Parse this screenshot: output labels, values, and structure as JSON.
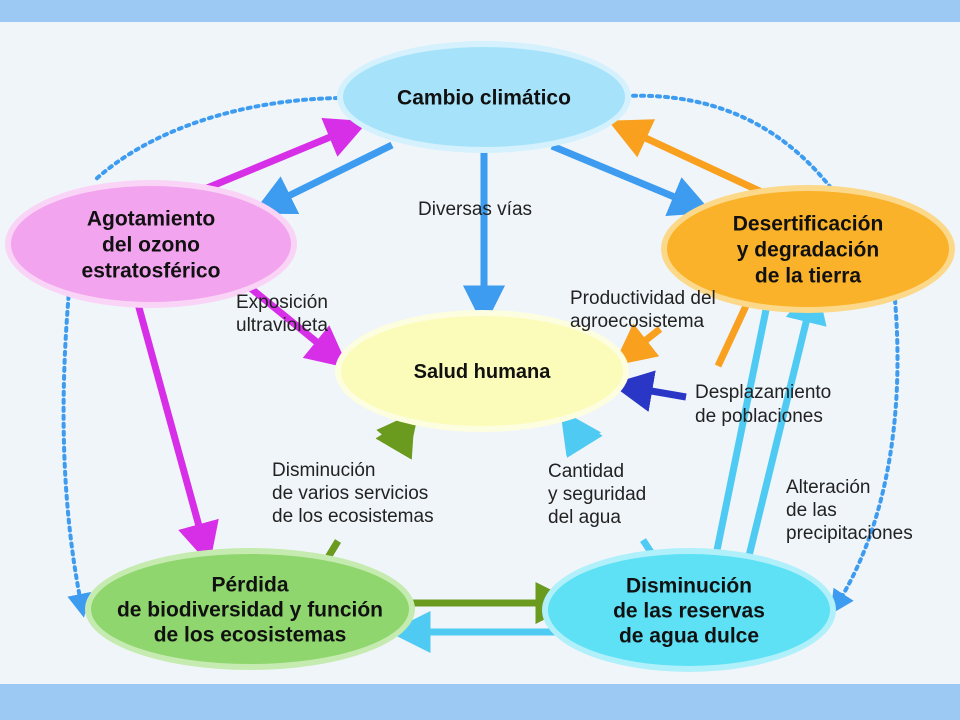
{
  "diagram": {
    "nodes": {
      "cambio": {
        "lines": [
          "Cambio climático"
        ],
        "fill": "#a6e3fb",
        "glow": "#d4f1fd"
      },
      "ozono": {
        "lines": [
          "Agotamiento",
          "del ozono",
          "estratosférico"
        ],
        "fill": "#f2a4ee",
        "glow": "#f9d4f6"
      },
      "desertificacion": {
        "lines": [
          "Desertificación",
          "y degradación",
          "de la tierra"
        ],
        "fill": "#f9b229",
        "glow": "#fcd98a"
      },
      "salud": {
        "lines": [
          "Salud humana"
        ],
        "fill": "#fbfcba",
        "glow": "#fdfde0"
      },
      "biodiversidad": {
        "lines": [
          "Pérdida",
          "de biodiversidad y función",
          "de los ecosistemas"
        ],
        "fill": "#8fd66e",
        "glow": "#c5ebb0"
      },
      "agua": {
        "lines": [
          "Disminución",
          "de las reservas",
          "de agua dulce"
        ],
        "fill": "#5ee1f5",
        "glow": "#b0f0fa"
      }
    },
    "labels": {
      "diversas": {
        "lines": [
          "Diversas vías"
        ]
      },
      "exposicion": {
        "lines": [
          "Exposición",
          "ultravioleta"
        ]
      },
      "productividad": {
        "lines": [
          "Productividad del",
          "agroecosistema"
        ]
      },
      "desplazamiento": {
        "lines": [
          "Desplazamiento",
          "de poblaciones"
        ]
      },
      "disminucion_servicios": {
        "lines": [
          "Disminución",
          "de varios servicios",
          "de los ecosistemas"
        ]
      },
      "cantidad": {
        "lines": [
          "Cantidad",
          "y seguridad",
          "del agua"
        ]
      },
      "alteracion": {
        "lines": [
          "Alteración",
          "de las",
          "precipitaciones"
        ]
      }
    },
    "colors": {
      "blue_arrow": "#3d9cf0",
      "magenta_arrow": "#d72ee8",
      "orange_arrow": "#f9a01e",
      "green_arrow": "#6a9a1e",
      "cyan_arrow": "#4fcbf3",
      "navy_arrow": "#2a36c6",
      "dotted_ring": "#3d9cf0"
    }
  }
}
